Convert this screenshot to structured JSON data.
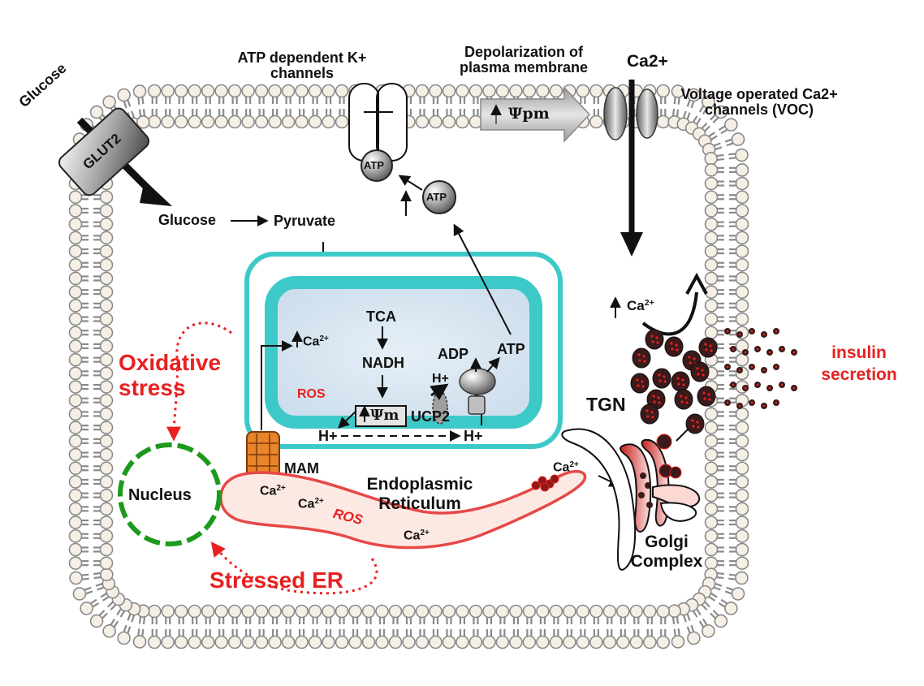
{
  "labels": {
    "glucose_out": "Glucose",
    "glut2": "GLUT2",
    "glucose_in": "Glucose",
    "pyruvate": "Pyruvate",
    "katp_line1": "ATP dependent K+",
    "katp_line2": "channels",
    "depol_line1": "Depolarization of",
    "depol_line2": "plasma membrane",
    "psi_pm": "Ψpm",
    "ca_top": "Ca2+",
    "voc_line1": "Voltage operated Ca2+",
    "voc_line2": "channels (VOC)",
    "atp_channel": "ATP",
    "atp_free": "ATP",
    "tca": "TCA",
    "nadh": "NADH",
    "ca_mito": "Ca",
    "ca_sup": "2+",
    "ros_mito": "ROS",
    "psi_m": "Ψm",
    "ucp2": "UCP2",
    "hplus_left": "H+",
    "hplus_right": "H+",
    "hplus_ucp": "H+",
    "adp": "ADP",
    "atp_synth": "ATP",
    "oxidative_line1": "Oxidative",
    "oxidative_line2": "stress",
    "mam": "MAM",
    "nucleus": "Nucleus",
    "er_line1": "Endoplasmic",
    "er_line2": "Reticulum",
    "ca_er1": "Ca",
    "ca_er2": "Ca",
    "ca_er3": "Ca",
    "ca_er_tail": "Ca",
    "ros_er": "ROS",
    "stressed_er": "Stressed ER",
    "ca_cyto": "Ca",
    "tgn": "TGN",
    "golgi_line1": "Golgi",
    "golgi_line2": "Complex",
    "insulin_line1": "insulin",
    "insulin_line2": "secretion"
  },
  "colors": {
    "membrane_head": "#f6efe6",
    "membrane_head_stroke": "#8a8a8a",
    "membrane_tail": "#8a8a8a",
    "mito_outer": "#3ec9c9",
    "mito_matrix": "#dce8f2",
    "er_fill": "#fde9e3",
    "er_stroke": "#e84848",
    "nucleus": "#1d9a1d",
    "red_text": "#e82020",
    "granule": "#3a1a1a",
    "granule_dot": "#e82020"
  }
}
